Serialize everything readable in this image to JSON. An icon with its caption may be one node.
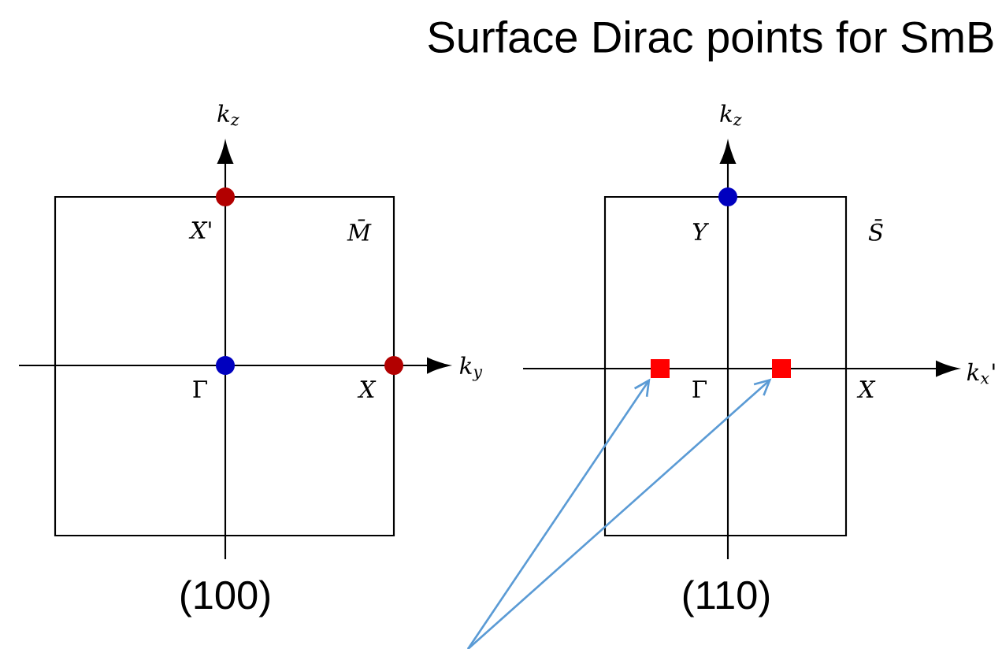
{
  "diagram": {
    "title": "Surface Dirac points for SmB",
    "nodes": [
      {
        "text": [],
        "shape": "box"
      },
      {
        "text": [],
        "shape": "box"
      }
    ],
    "edges": [
      {
        "from": null,
        "to": 0,
        "arrow": "to",
        "color": "#5b9bd5"
      },
      {
        "from": null,
        "to": 1,
        "arrow": "to",
        "color": "#5b9bd5"
      }
    ],
    "labels": [
      "k$_{z}$",
      "X'",
      "M̄",
      "Γ",
      "X",
      "k$_{y}$",
      "(100)",
      "k$_{z}$",
      "Y",
      "S̄",
      "Γ",
      "X",
      "k$_{x}$'",
      "(110)"
    ]
  }
}
